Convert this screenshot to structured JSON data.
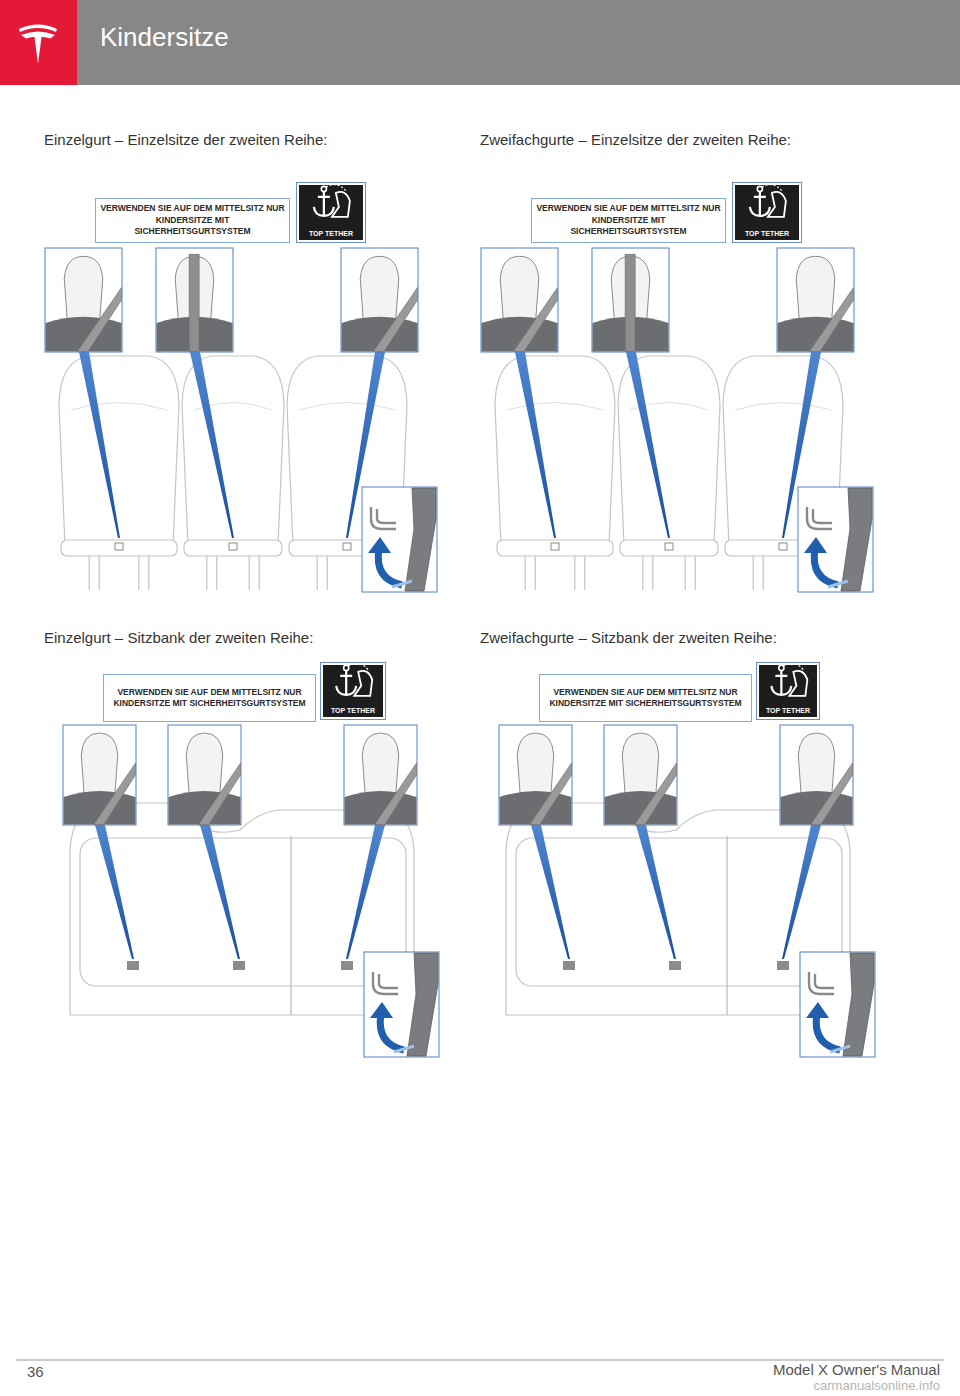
{
  "diagram": {
    "title": "Kindersitze",
    "nodes": [
      {
        "text": [
          "VERWENDEN SIE AUF DEM MITTELSITZ NUR KINDERSITZE MIT SICHERHEITSGURTSYSTEM"
        ]
      },
      {
        "text": [
          "TOP TETHER"
        ]
      },
      {
        "text": [
          "VERWENDEN SIE AUF DEM MITTELSITZ NUR KINDERSITZE MIT SICHERHEITSGURTSYSTEM"
        ]
      },
      {
        "text": [
          "TOP TETHER"
        ]
      },
      {
        "text": [
          "VERWENDEN SIE AUF DEM MITTELSITZ NUR KINDERSITZE MIT SICHERHEITSGURTSYSTEM"
        ]
      },
      {
        "text": [
          "TOP TETHER"
        ]
      },
      {
        "text": [
          "VERWENDEN SIE AUF DEM MITTELSITZ NUR KINDERSITZE MIT SICHERHEITSGURTSYSTEM"
        ]
      },
      {
        "text": [
          "TOP TETHER"
        ]
      }
    ],
    "labels": [
      "Einzelgurt – Einzelsitze der zweiten Reihe:",
      "Zweifachgurte – Einzelsitze der zweiten Reihe:",
      "Einzelgurt – Sitzbank der zweiten Reihe:",
      "Zweifachgurte – Sitzbank der zweiten Reihe:",
      "36",
      "Model X Owner's Manual",
      "carmanualsonline.info"
    ]
  }
}
